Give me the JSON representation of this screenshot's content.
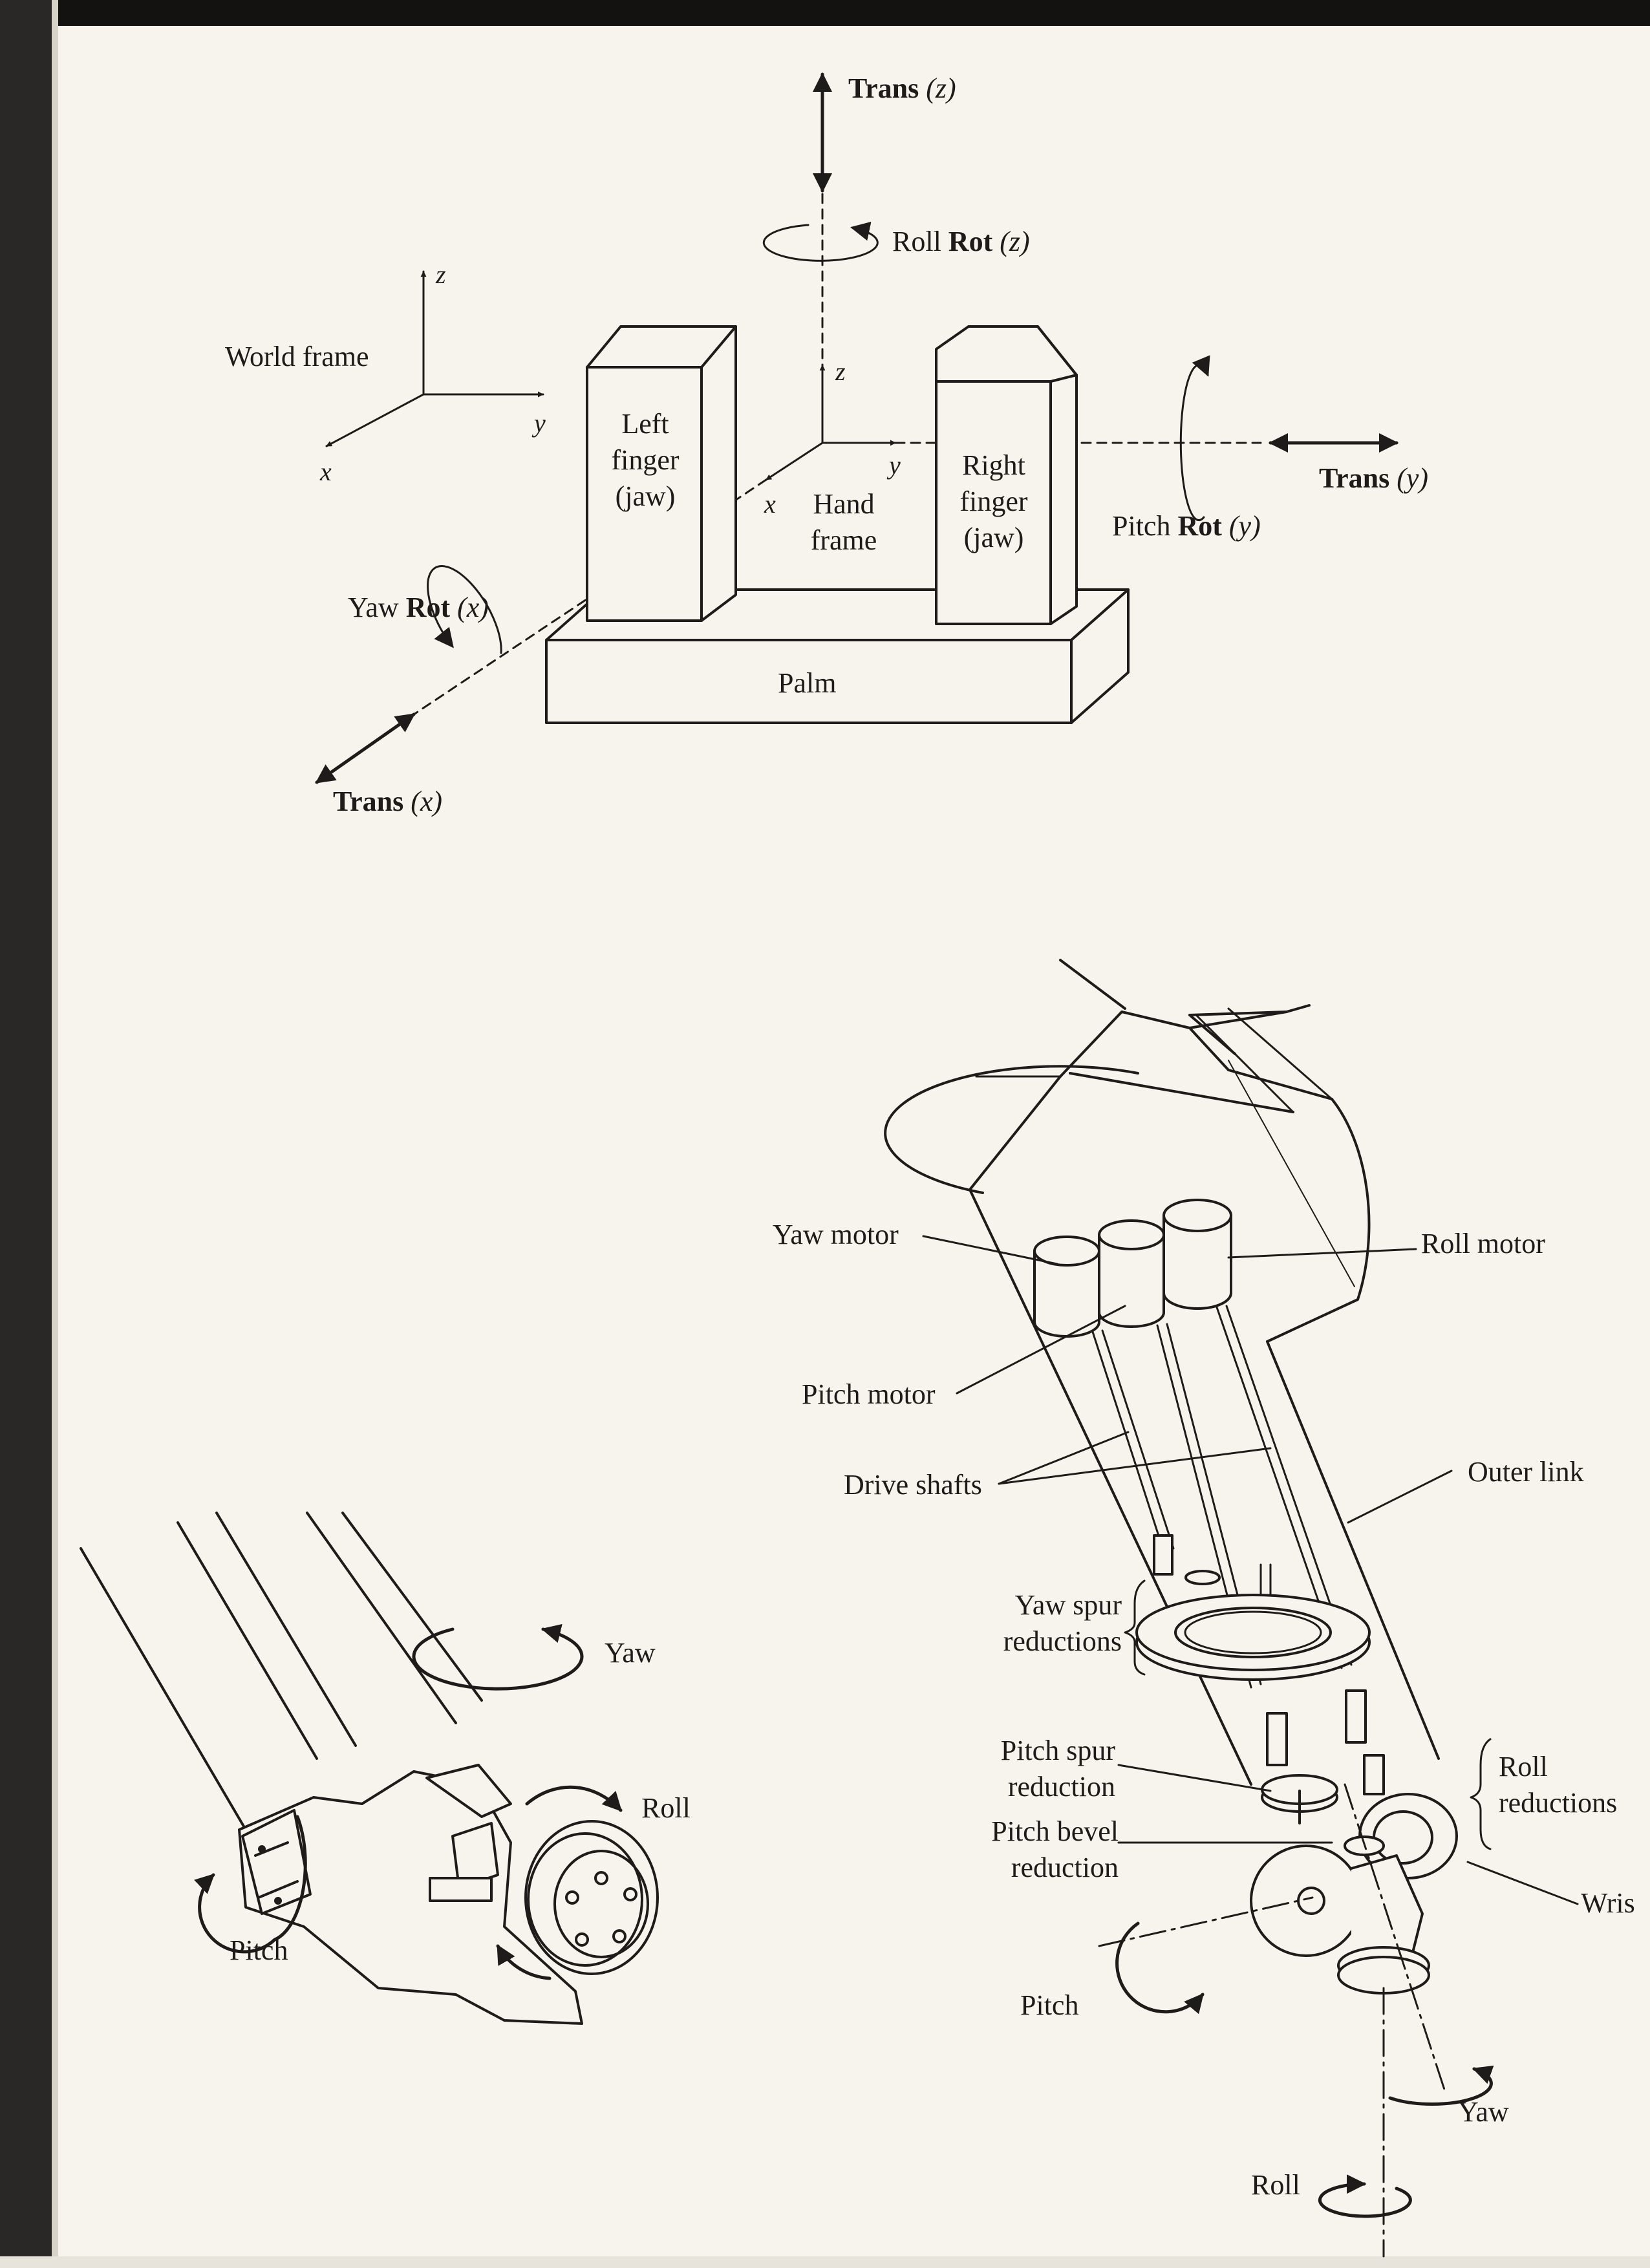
{
  "hand_diagram": {
    "trans_z": {
      "bold": "Trans",
      "axis": "(z)"
    },
    "roll_rot_z": {
      "plain": "Roll ",
      "bold": "Rot",
      "axis": "(z)"
    },
    "world_frame": "World frame",
    "world_axes": {
      "x": "x",
      "y": "y",
      "z": "z"
    },
    "left_finger": [
      "Left",
      "finger",
      "(jaw)"
    ],
    "right_finger": [
      "Right",
      "finger",
      "(jaw)"
    ],
    "hand_frame": [
      "Hand",
      "frame"
    ],
    "hand_axes": {
      "x": "x",
      "y": "y",
      "z": "z"
    },
    "palm": "Palm",
    "trans_y": {
      "bold": "Trans",
      "axis": "(y)"
    },
    "pitch_rot_y": {
      "plain": "Pitch ",
      "bold": "Rot",
      "axis": "(y)"
    },
    "yaw_rot_x": {
      "plain": "Yaw ",
      "bold": "Rot",
      "axis": "(x)"
    },
    "trans_x": {
      "bold": "Trans",
      "axis": "(x)"
    }
  },
  "wrist_sketch": {
    "yaw": "Yaw",
    "roll": "Roll",
    "pitch": "Pitch"
  },
  "wrist_mechanism": {
    "yaw_motor": "Yaw motor",
    "roll_motor": "Roll motor",
    "pitch_motor": "Pitch motor",
    "drive_shafts": "Drive shafts",
    "outer_link": "Outer link",
    "yaw_spur": [
      "Yaw spur",
      "reductions"
    ],
    "roll_reductions": [
      "Roll",
      "reductions"
    ],
    "pitch_spur": [
      "Pitch spur",
      "reduction"
    ],
    "pitch_bevel": [
      "Pitch bevel",
      "reduction"
    ],
    "wrist": "Wris",
    "pitch": "Pitch",
    "yaw": "Yaw",
    "roll": "Roll"
  }
}
